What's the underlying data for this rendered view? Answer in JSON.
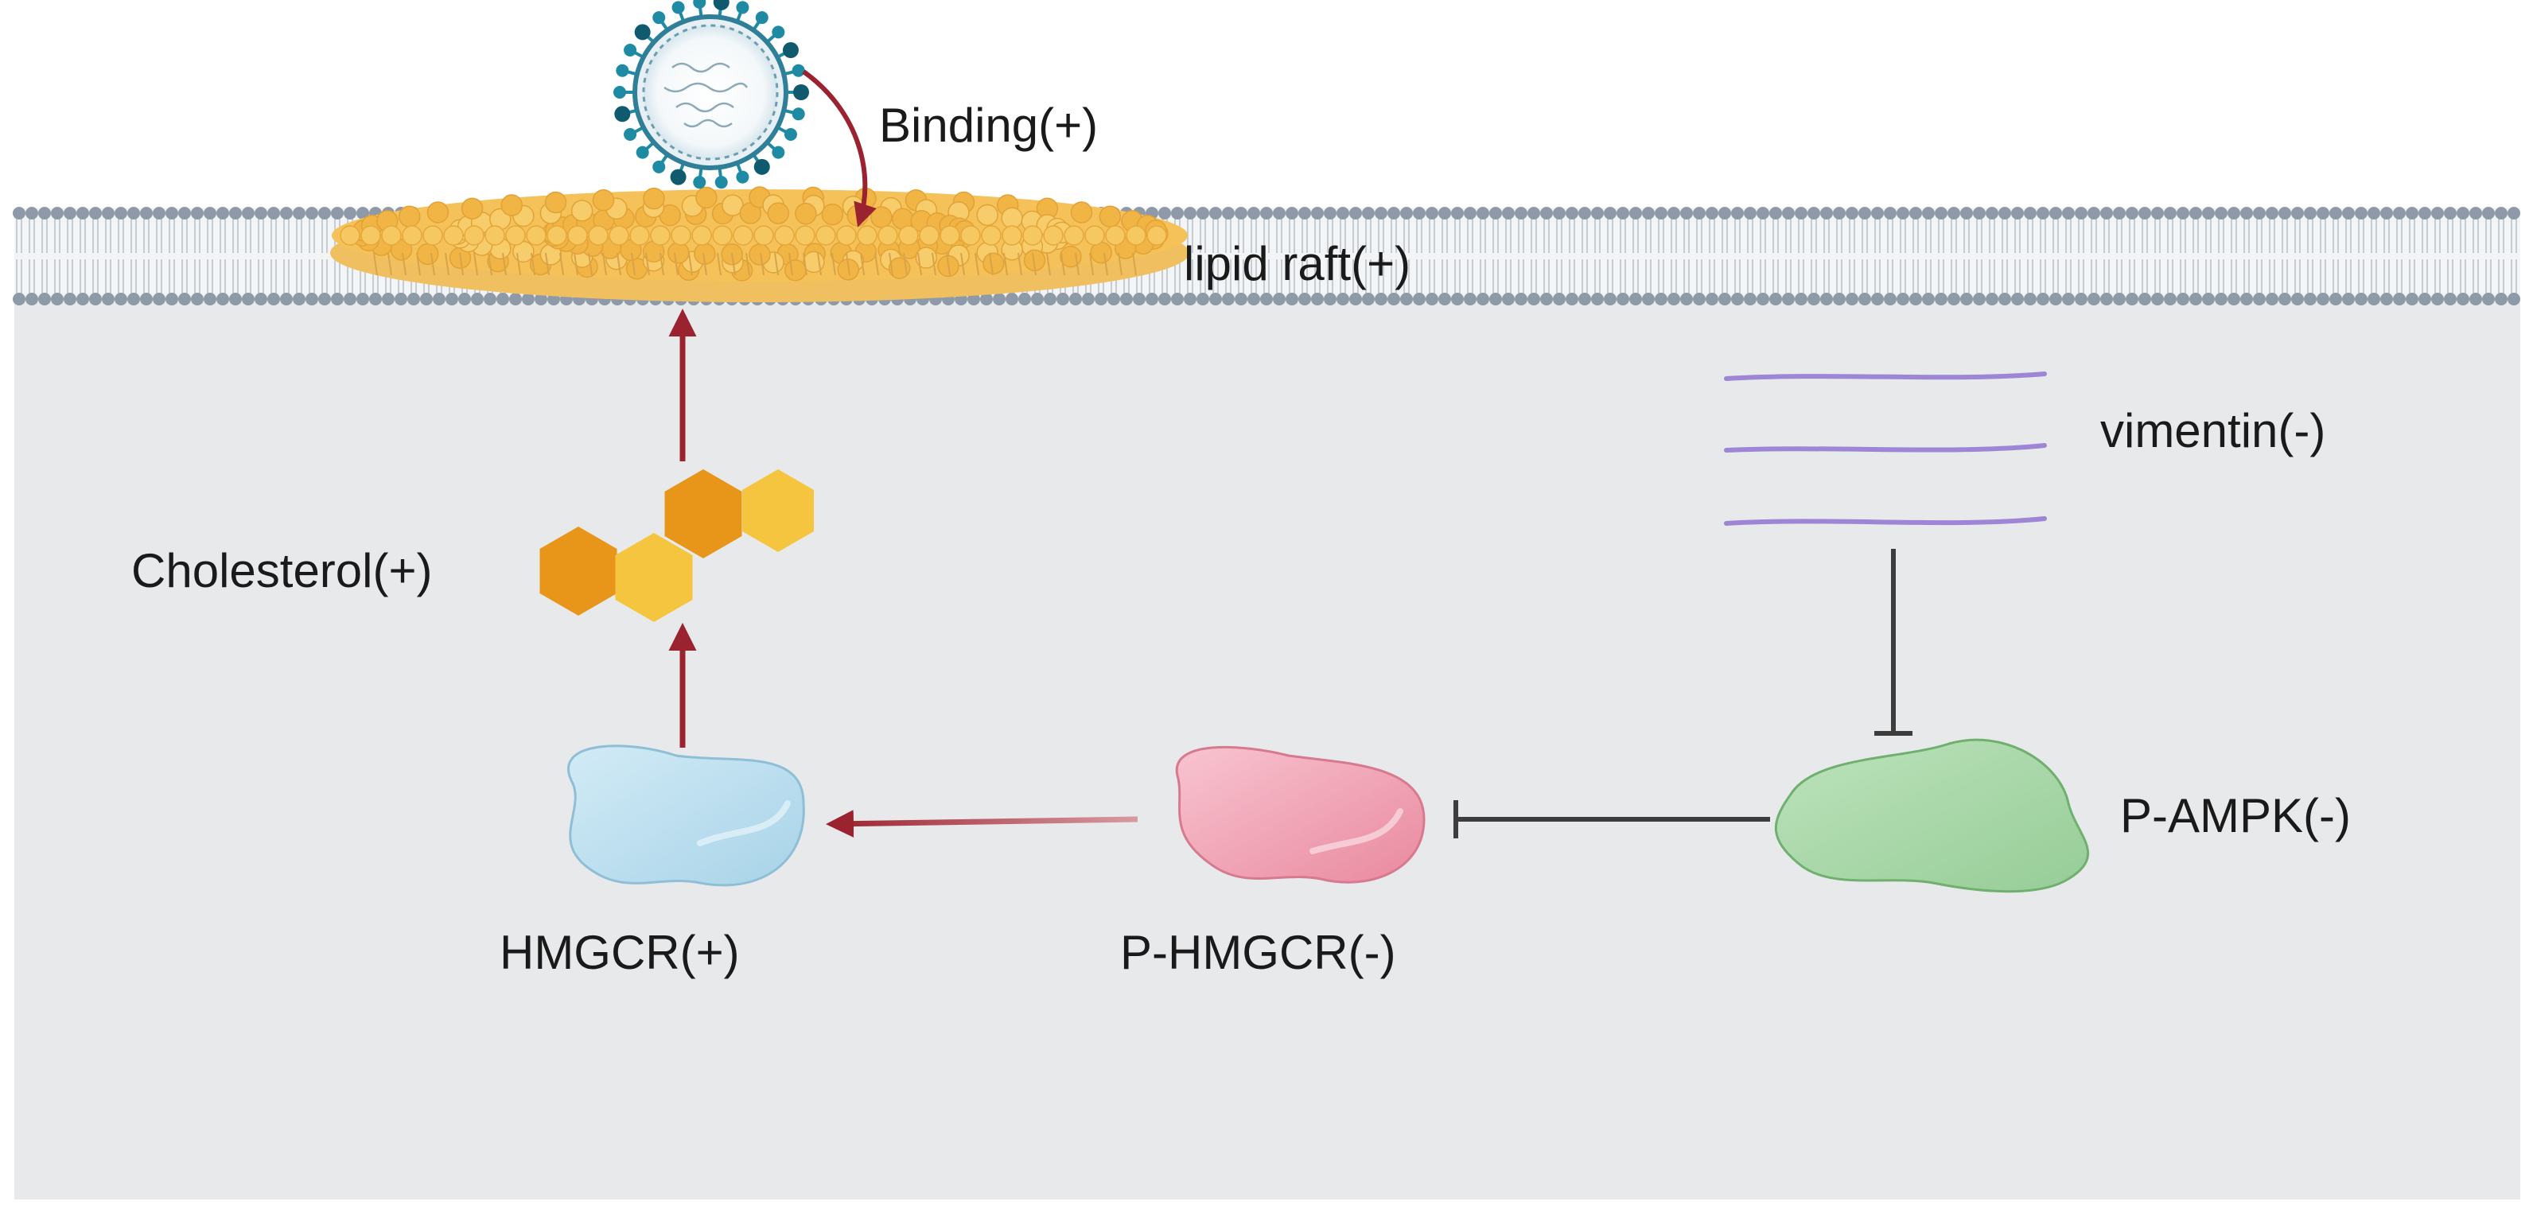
{
  "labels": {
    "binding": "Binding(+)",
    "lipid_raft": "lipid raft(+)",
    "vimentin": "vimentin(-)",
    "cholesterol": "Cholesterol(+)",
    "p_ampk": "P-AMPK(-)",
    "hmgcr": "HMGCR(+)",
    "p_hmgcr": "P-HMGCR(-)"
  },
  "colors": {
    "background": "#e8e9eb",
    "membrane_head": "#8e9aa8",
    "lipid_raft": "#f3b943",
    "activation_arrow": "#9b2330",
    "inhibition_line": "#3d3d3d",
    "vimentin": "#9e86d6",
    "cholesterol_dark": "#e8961a",
    "cholesterol_light": "#f6c53f",
    "hmgcr": "#bfe0f0",
    "p_hmgcr": "#f2a9ba",
    "p_ampk": "#a9d8a9",
    "virus_spike": "#1e8aa3"
  }
}
